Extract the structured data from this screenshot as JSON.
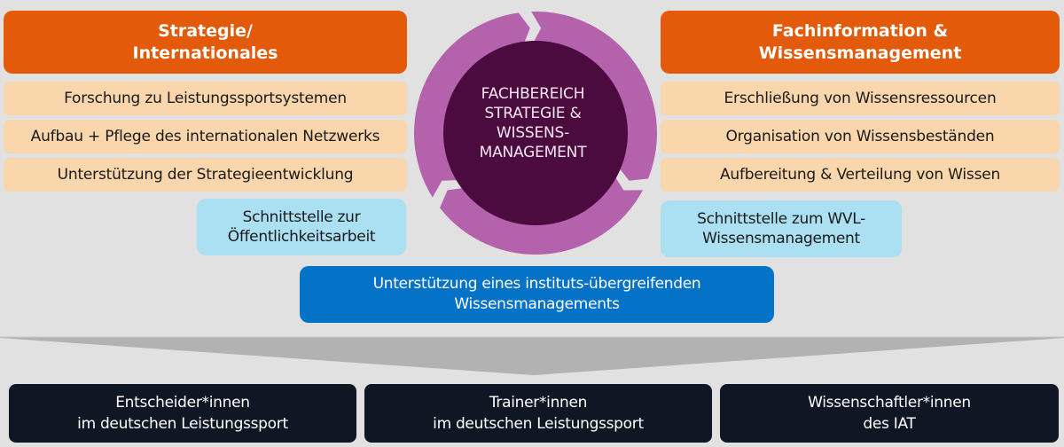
{
  "left": {
    "header": "Strategie/\nInternationales",
    "items": [
      "Forschung zu Leistungssportsystemen",
      "Aufbau + Pflege des internationalen Netzwerks",
      "Unterstützung der Strategieentwicklung"
    ],
    "interface": "Schnittstelle zur\nÖffentlichkeitsarbeit"
  },
  "center": {
    "label": "FACHBEREICH\nSTRATEGIE &\nWISSENS-\nMANAGEMENT",
    "shared": "Unterstützung eines instituts-übergreifenden\nWissensmanagements"
  },
  "right": {
    "header": "Fachinformation &\nWissensmanagement",
    "items": [
      "Erschließung von Wissensressourcen",
      "Organisation von Wissensbeständen",
      "Aufbereitung & Verteilung von Wissen"
    ],
    "interface": "Schnittstelle zum WVL-\nWissensmanagement"
  },
  "audiences": [
    "Entscheider*innen\nim deutschen Leistungssport",
    "Trainer*innen\nim deutschen Leistungssport",
    "Wissenschaftler*innen\ndes IAT"
  ],
  "colors": {
    "header": "#e35b0a",
    "item": "#f9d6ab",
    "interface": "#abdff2",
    "shared": "#0472c6",
    "audience": "#0f1724",
    "ring": "#b462ab",
    "core": "#4b0b3f",
    "funnel": "#b2b2b2"
  }
}
